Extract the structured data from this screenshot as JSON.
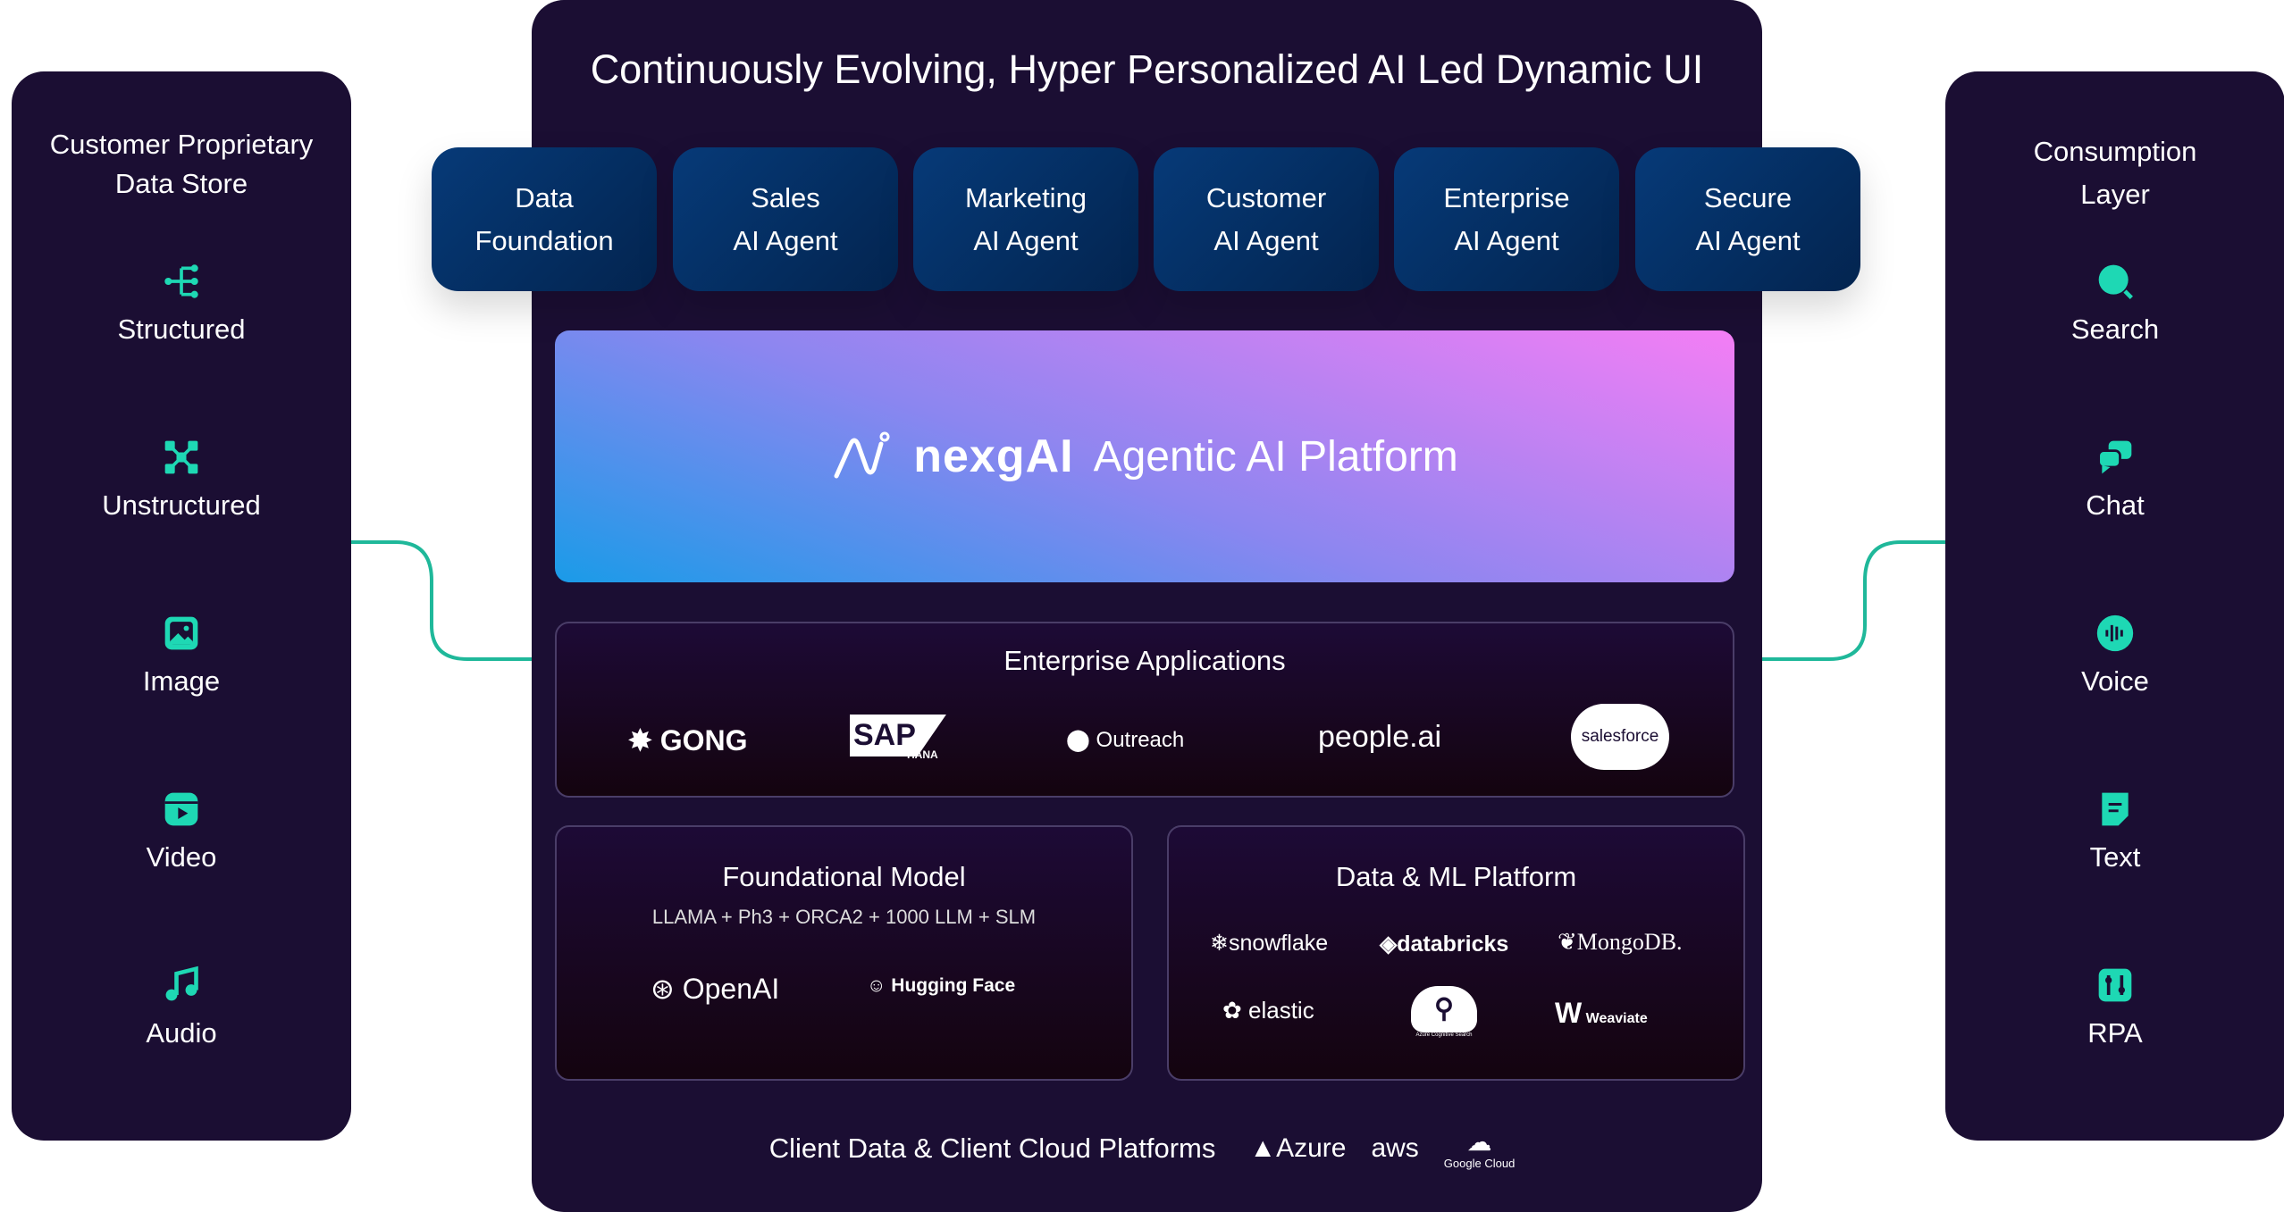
{
  "left_panel": {
    "title": "Customer Proprietary\nData Store",
    "items": [
      {
        "label": "Structured",
        "icon": "tree-icon"
      },
      {
        "label": "Unstructured",
        "icon": "nodes-icon"
      },
      {
        "label": "Image",
        "icon": "image-icon"
      },
      {
        "label": "Video",
        "icon": "video-icon"
      },
      {
        "label": "Audio",
        "icon": "music-icon"
      }
    ]
  },
  "right_panel": {
    "title": "Consumption\nLayer",
    "items": [
      {
        "label": "Search",
        "icon": "search-icon"
      },
      {
        "label": "Chat",
        "icon": "chat-icon"
      },
      {
        "label": "Voice",
        "icon": "voice-icon"
      },
      {
        "label": "Text",
        "icon": "text-icon"
      },
      {
        "label": "RPA",
        "icon": "rpa-icon"
      }
    ]
  },
  "center": {
    "title": "Continuously Evolving, Hyper Personalized AI Led Dynamic UI",
    "agents": [
      "Data\nFoundation",
      "Sales\nAI Agent",
      "Marketing\nAI Agent",
      "Customer\nAI Agent",
      "Enterprise\nAI Agent",
      "Secure\nAI Agent"
    ],
    "platform": {
      "logo": "nexgAI",
      "label": "Agentic AI Platform"
    },
    "enterprise_apps": {
      "title": "Enterprise Applications",
      "brands": [
        "GONG",
        "SAP",
        "HANA",
        "Outreach",
        "people.ai",
        "salesforce"
      ]
    },
    "foundational": {
      "title": "Foundational Model",
      "subtitle": "LLAMA + Ph3 + ORCA2 + 1000 LLM + SLM",
      "brands": [
        "OpenAI",
        "Hugging Face"
      ]
    },
    "data_ml": {
      "title": "Data & ML Platform",
      "brands": [
        "snowflake",
        "databricks",
        "MongoDB.",
        "elastic",
        "Azure Cognitive Search",
        "Weaviate"
      ]
    },
    "client": {
      "title": "Client Data & Client Cloud Platforms",
      "brands": [
        "Azure",
        "aws",
        "Google Cloud"
      ]
    }
  },
  "colors": {
    "panel": "#1b0e33",
    "accent": "#1ed8b4",
    "agent": "#063a78"
  }
}
